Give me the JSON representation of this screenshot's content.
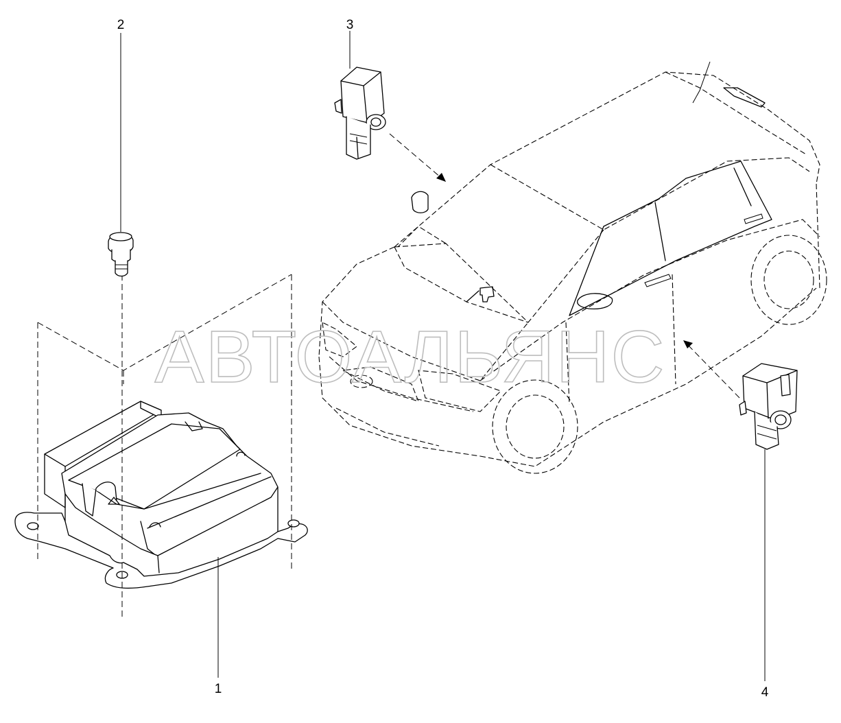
{
  "callouts": [
    {
      "id": "1",
      "label": "1"
    },
    {
      "id": "2",
      "label": "2"
    },
    {
      "id": "3",
      "label": "3"
    },
    {
      "id": "4",
      "label": "4"
    }
  ],
  "watermark": "АВТОАЛЬЯНС"
}
